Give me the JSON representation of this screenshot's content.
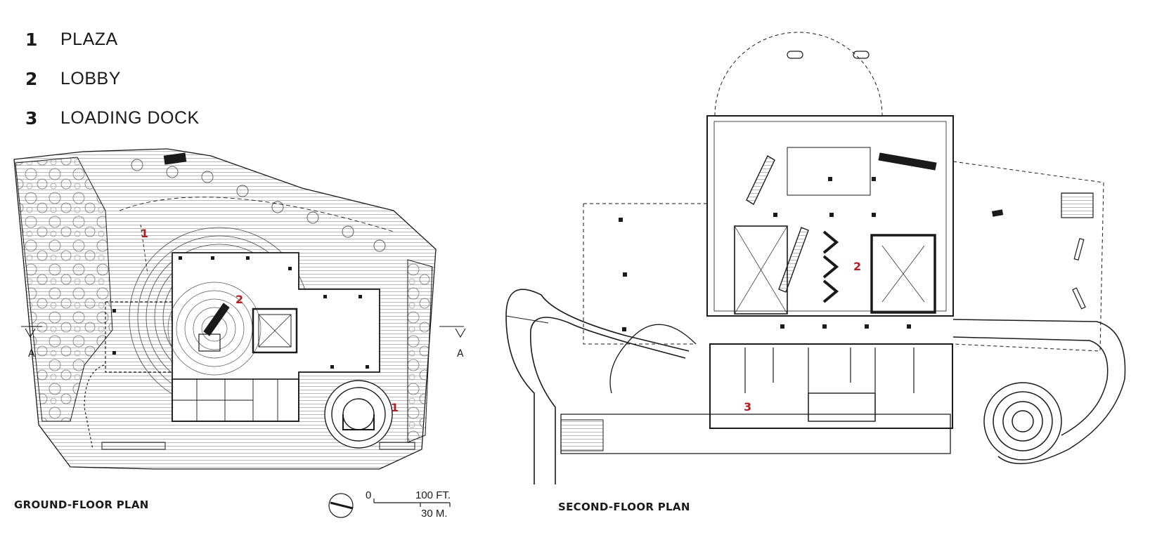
{
  "legend": [
    {
      "num": "1",
      "label": "PLAZA"
    },
    {
      "num": "2",
      "label": "LOBBY"
    },
    {
      "num": "3",
      "label": "LOADING DOCK"
    }
  ],
  "ground_floor": {
    "title": "GROUND-FLOOR PLAN",
    "room_labels": [
      "1",
      "2",
      "1"
    ],
    "section_marker": "A"
  },
  "second_floor": {
    "title": "SECOND-FLOOR PLAN",
    "room_labels": [
      "2",
      "3"
    ]
  },
  "scale": {
    "zero": "0",
    "imperial": "100 FT.",
    "metric": "30 M."
  },
  "colors": {
    "line": "#1a1a1a",
    "room_number": "#b01e24"
  }
}
